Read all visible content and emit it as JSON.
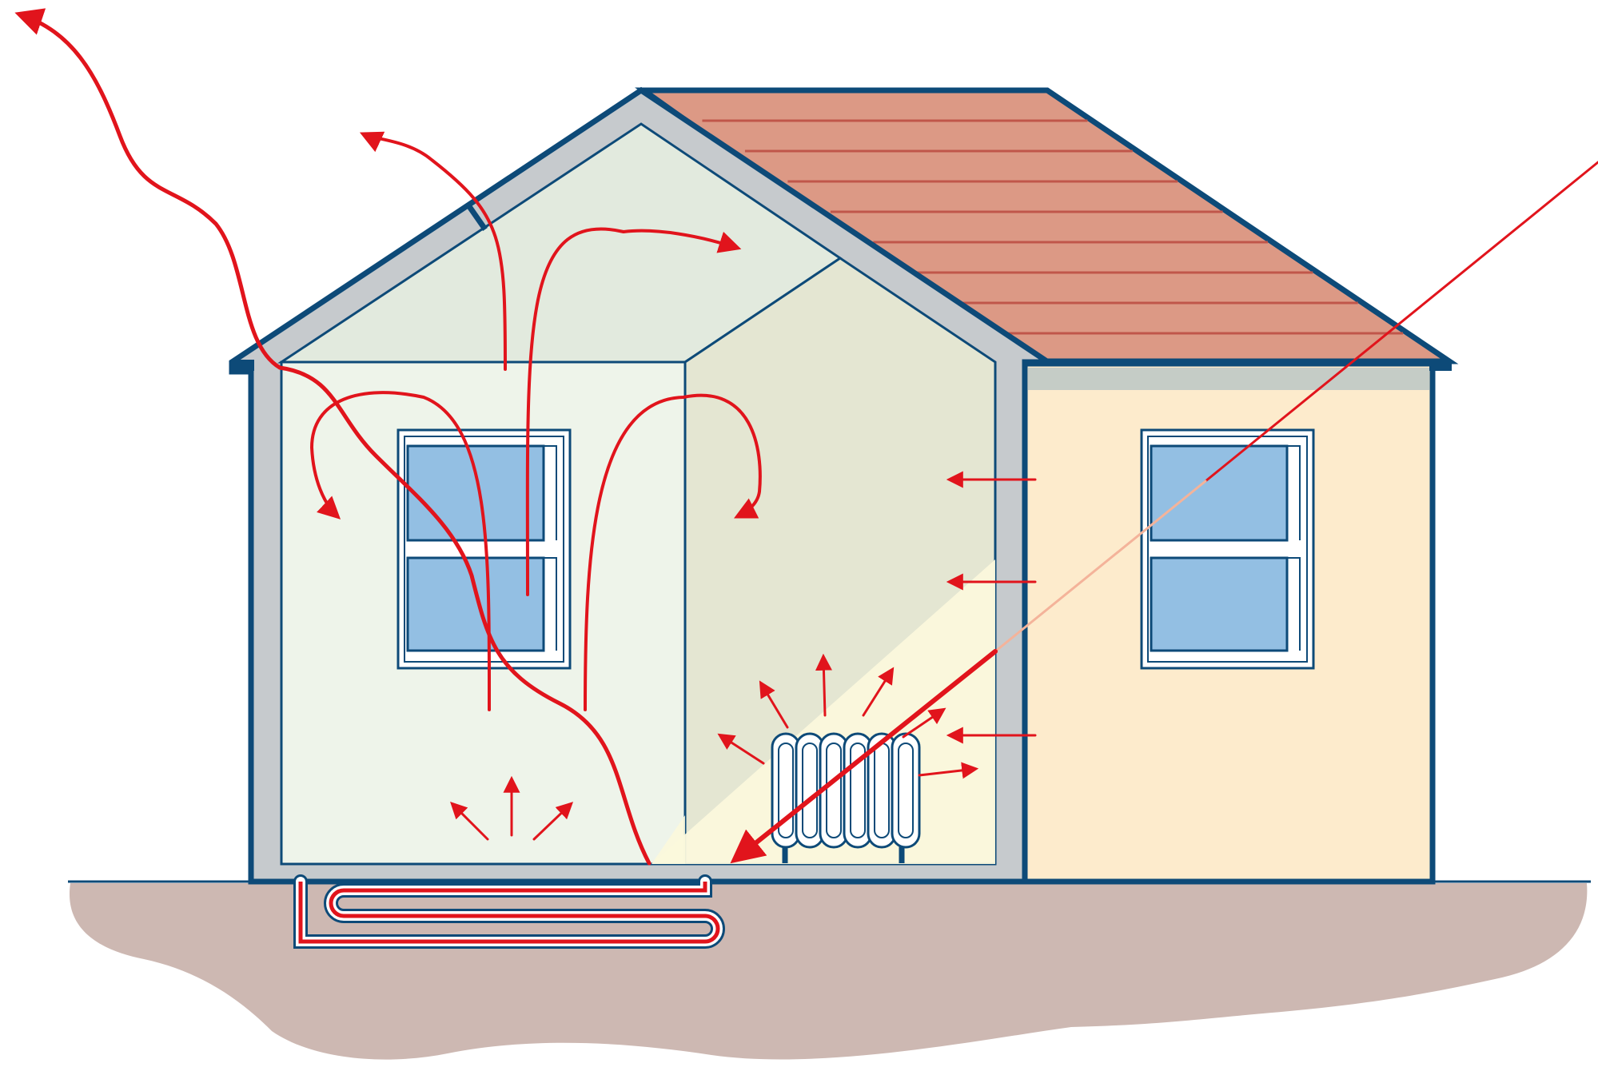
{
  "diagram": {
    "labels": [],
    "icons": [
      "house-cutaway",
      "heat-loss-arrow",
      "convection-current-arrow",
      "radiator-icon",
      "underfloor-heating-pipe-icon",
      "sunlight-ray",
      "window-icon",
      "roof-tiles"
    ]
  },
  "colors": {
    "outline": "#0d4a78",
    "wall": "#c6cacd",
    "roof": "#dc9985",
    "roof_line": "#c0564a",
    "room_left": "#eef4ea",
    "room_right": "#e4e6d2",
    "attic": "#e2eade",
    "extension": "#fdebcc",
    "eaves_band": "#c5ccc6",
    "window_glass": "#93bfe3",
    "arrow": "#e1141c",
    "ground": "#cdb8b2",
    "sun_glow": "#fbf8dc"
  }
}
